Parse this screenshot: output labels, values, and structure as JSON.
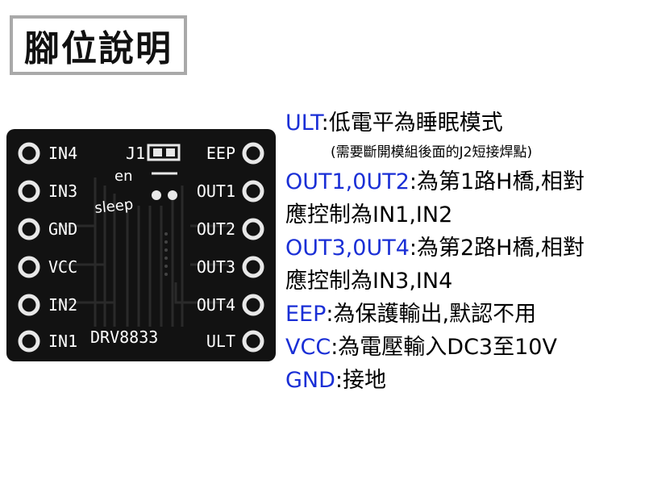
{
  "title": "腳位說明",
  "board": {
    "left_pins": [
      "IN4",
      "IN3",
      "GND",
      "VCC",
      "IN2",
      "IN1"
    ],
    "right_pins": [
      "EEP",
      "OUT1",
      "OUT2",
      "OUT3",
      "OUT4",
      "ULT"
    ],
    "jumper_label": "J1",
    "en_label": "en",
    "sleep_label": "sleep",
    "chip_label": "DRV8833"
  },
  "descriptions": [
    {
      "key": "ULT",
      "text": ":低電平為睡眠模式"
    },
    {
      "key": "",
      "text": "(需要斷開模組後面的J2短接焊點)",
      "note": true
    },
    {
      "key": "OUT1,0UT2",
      "text": ":為第1路H橋,相對"
    },
    {
      "key": "",
      "text": "應控制為IN1,IN2"
    },
    {
      "key": "OUT3,0UT4",
      "text": ":為第2路H橋,相對"
    },
    {
      "key": "",
      "text": "應控制為IN3,IN4"
    },
    {
      "key": "EEP",
      "text": ":為保護輸出,默認不用"
    },
    {
      "key": "VCC",
      "text": ":為電壓輸入DC3至10V"
    },
    {
      "key": "GND",
      "text": ":接地"
    }
  ],
  "colors": {
    "key_blue": "#1a2fd6",
    "pcb": "#121212"
  }
}
